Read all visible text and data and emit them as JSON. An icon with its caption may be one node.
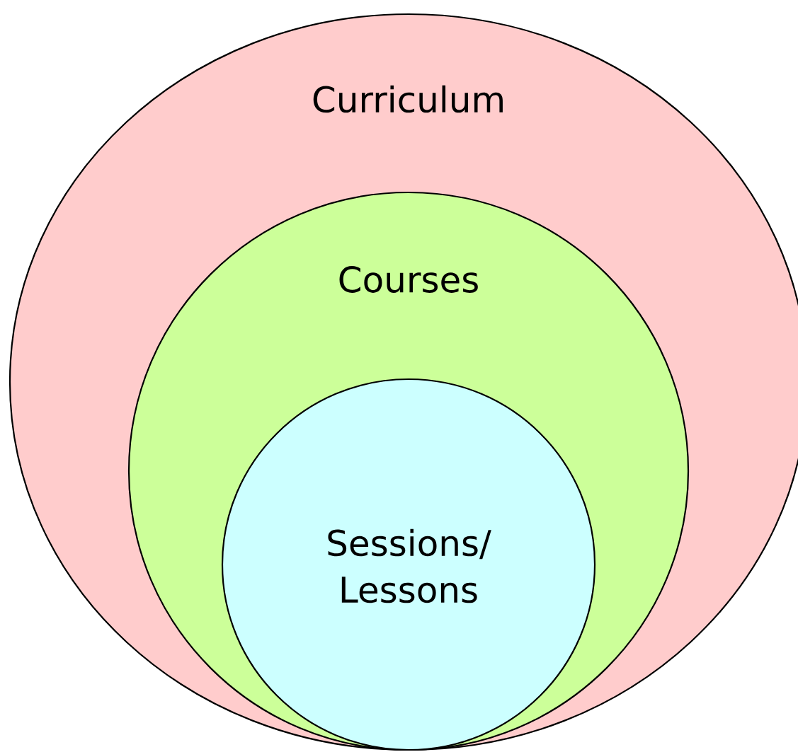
{
  "diagram": {
    "nodes": [
      {
        "text": [
          "Curriculum"
        ]
      },
      {
        "text": [
          "Courses"
        ],
        "in": 0
      },
      {
        "text": [
          "Sessions/ Lessons"
        ],
        "in": 1
      }
    ]
  }
}
